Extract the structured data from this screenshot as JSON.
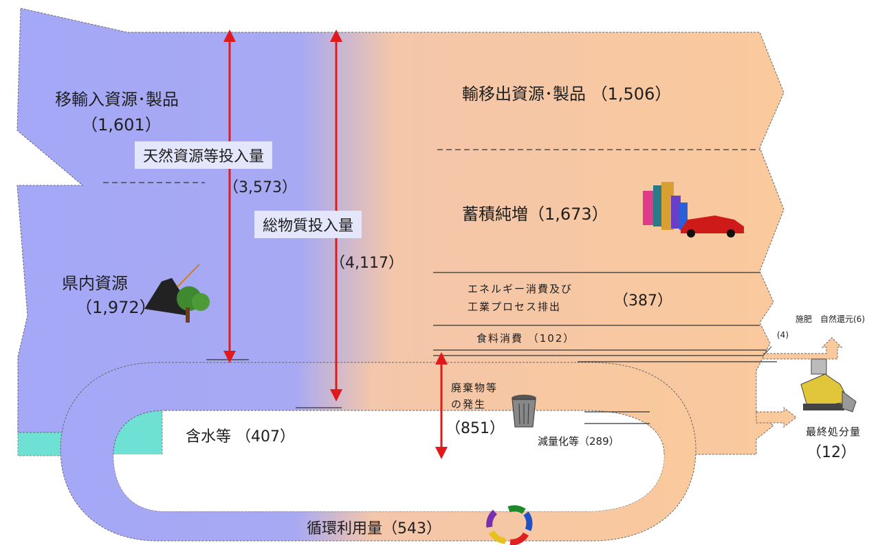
{
  "colors": {
    "input_flow": "#a4a8f6",
    "output_flow": "#fac99c",
    "water_flow": "#6fe0d4",
    "arrow": "#e01a1a"
  },
  "labels": {
    "imports": "移輸入資源･製品",
    "imports_value": "（1,601）",
    "natural_input": "天然資源等投入量",
    "natural_input_value": "（3,573）",
    "total_input": "総物質投入量",
    "total_input_value": "（4,117）",
    "domestic": "県内資源",
    "domestic_value": "（1,972）",
    "exports": "輸移出資源･製品 （1,506）",
    "accumulation": "蓄積純増（1,673）",
    "energy_line1": "エネルギー消費及び",
    "energy_line2": "工業プロセス排出",
    "energy_value": "（387）",
    "food": "食料消費 （102）",
    "fertilizer": "施肥",
    "fertilizer_value": "(4)",
    "natural_return": "自然還元(6)",
    "waste_line1": "廃棄物等",
    "waste_line2": "の発生",
    "waste_value": "（851）",
    "reduction": "減量化等（289）",
    "final_disposal": "最終処分量",
    "final_disposal_value": "（12）",
    "water": "含水等 （407）",
    "recycle": "循環利用量（543）"
  },
  "icons": [
    "mountain-tree-icon",
    "buildings-car-icon",
    "trash-can-icon",
    "bulldozer-icon",
    "recycle-icon"
  ]
}
